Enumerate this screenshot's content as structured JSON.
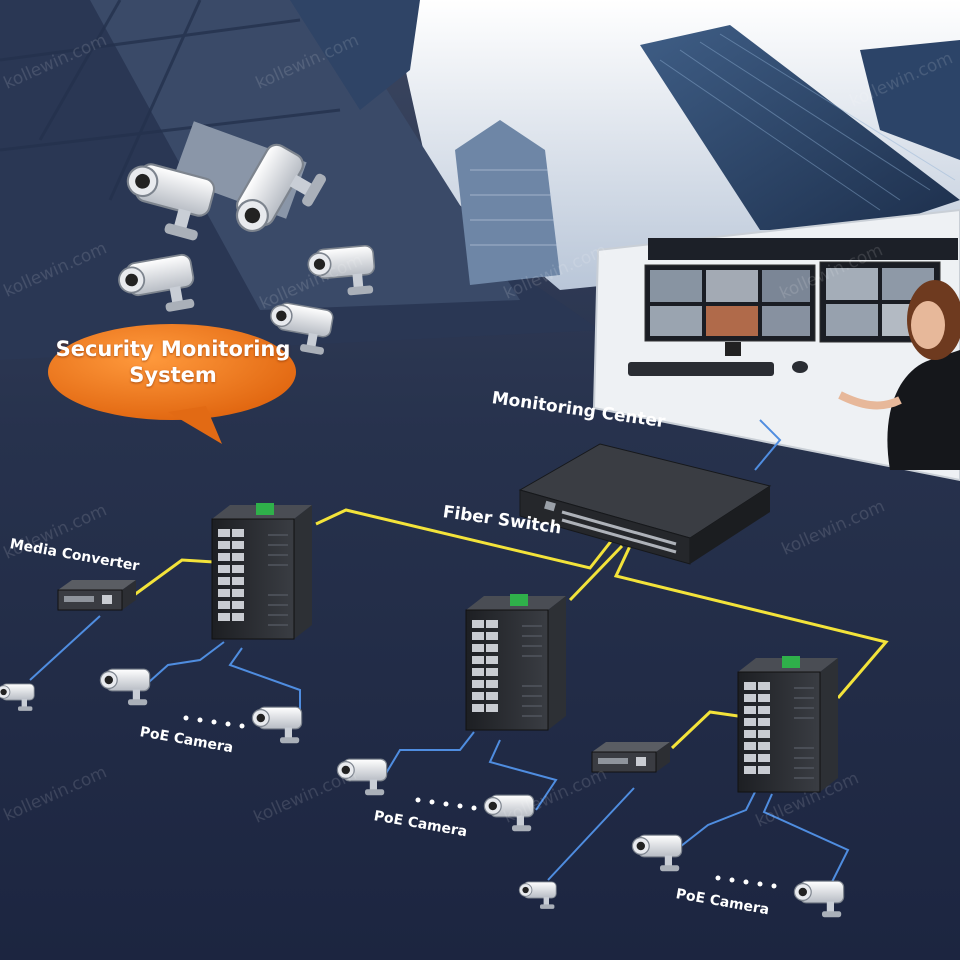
{
  "banner": {
    "line1": "Security Monitoring",
    "line2": "System"
  },
  "labels": {
    "monitoring_center": "Monitoring Center",
    "fiber_switch": "Fiber Switch",
    "media_converter": "Media Converter",
    "poe_camera_left": "PoE Camera",
    "poe_camera_center": "PoE Camera",
    "poe_camera_right": "PoE Camera"
  },
  "watermark": "kollewin.com",
  "colors": {
    "background": "#1f2a44",
    "fiber_link": "#f3e33a",
    "ethernet_link": "#4f8de0",
    "banner": "#f07c22",
    "device_body": "#2b2d31"
  }
}
